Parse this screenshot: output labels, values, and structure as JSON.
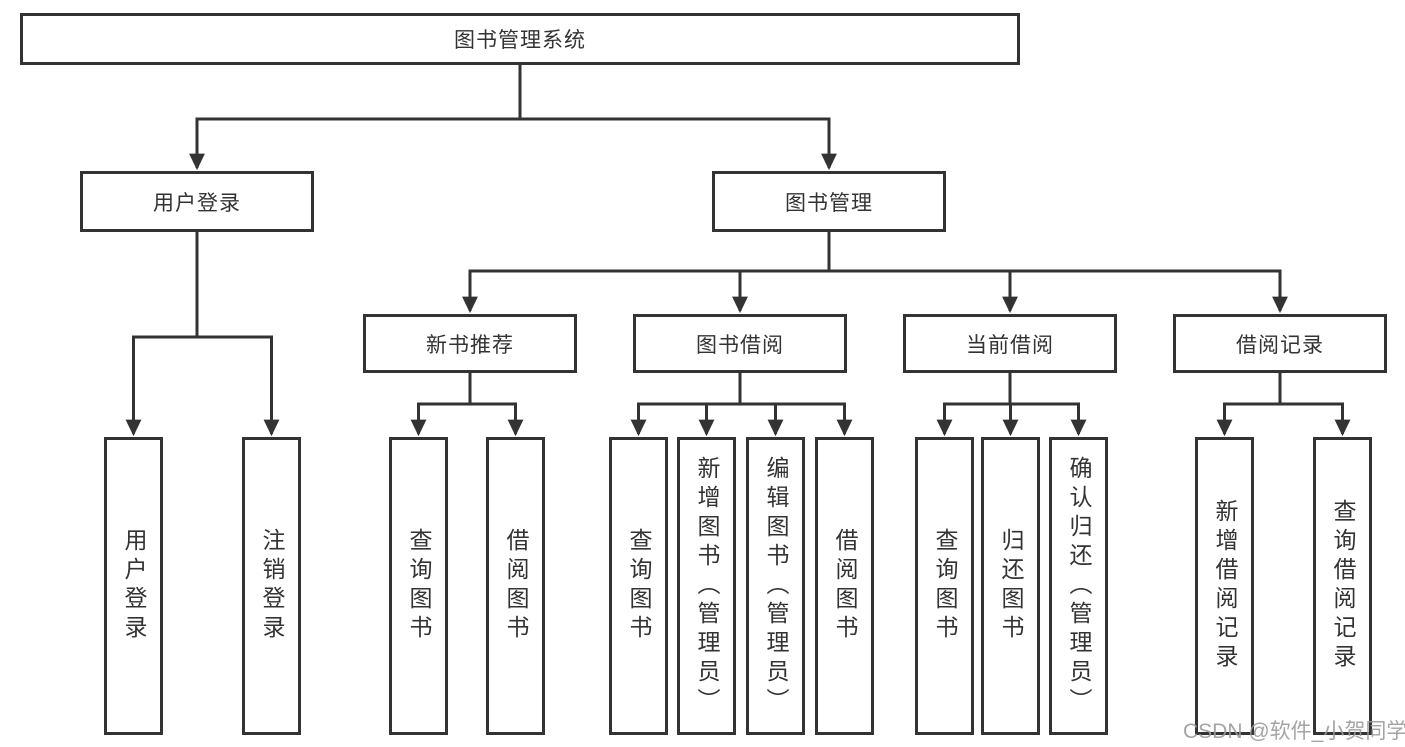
{
  "tree": {
    "root": {
      "label": "图书管理系统"
    },
    "branches": [
      {
        "label": "用户登录",
        "children": [
          {
            "label": "用户登录"
          },
          {
            "label": "注销登录"
          }
        ]
      },
      {
        "label": "图书管理",
        "children": [
          {
            "label": "新书推荐",
            "children": [
              {
                "label": "查询图书"
              },
              {
                "label": "借阅图书"
              }
            ]
          },
          {
            "label": "图书借阅",
            "children": [
              {
                "label": "查询图书"
              },
              {
                "label": "新增图书（管理员）"
              },
              {
                "label": "编辑图书（管理员）"
              },
              {
                "label": "借阅图书"
              }
            ]
          },
          {
            "label": "当前借阅",
            "children": [
              {
                "label": "查询图书"
              },
              {
                "label": "归还图书"
              },
              {
                "label": "确认归还（管理员）"
              }
            ]
          },
          {
            "label": "借阅记录",
            "children": [
              {
                "label": "新增借阅记录"
              },
              {
                "label": "查询借阅记录"
              }
            ]
          }
        ]
      }
    ]
  },
  "watermark": {
    "text": "CSDN @软件_小贺同学"
  },
  "colors": {
    "line": "#333333",
    "box_border": "#333333",
    "text": "#333333",
    "watermark": "#9b9b9b",
    "background": "#ffffff"
  }
}
